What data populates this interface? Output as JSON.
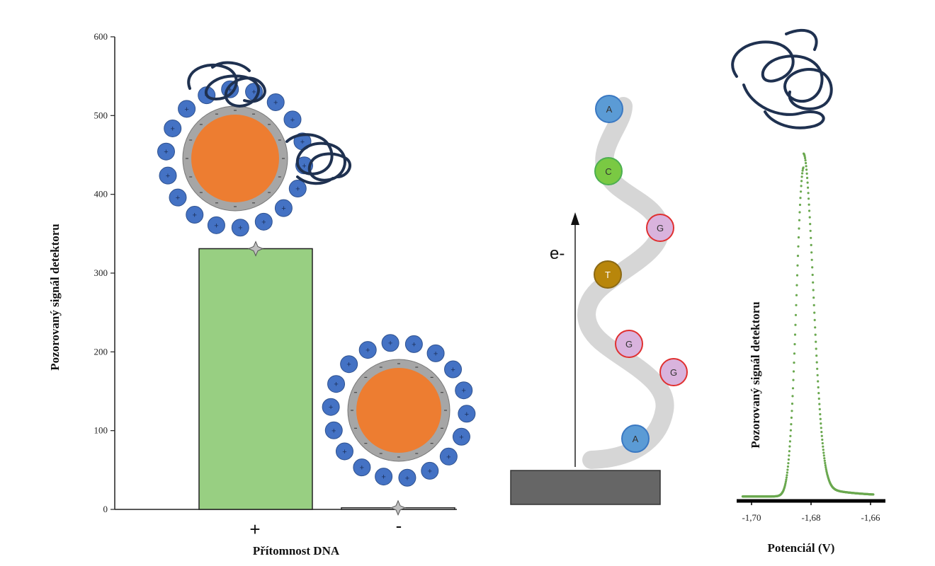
{
  "chart_data": [
    {
      "type": "bar",
      "ylabel": "Pozorovaný signál detektoru",
      "xlabel": "Přítomnost DNA",
      "categories": [
        "+",
        "-"
      ],
      "values": [
        331,
        2
      ],
      "ylim": [
        0,
        600
      ],
      "yticks": [
        0,
        100,
        200,
        300,
        400,
        500,
        600
      ],
      "bar_color": "#98cf82",
      "grid": false
    },
    {
      "type": "scatter",
      "ylabel": "Pozorovaný signál detektoru",
      "xlabel": "Potenciál (V)",
      "xticks": [
        "-1,70",
        "-1,68",
        "-1,66"
      ],
      "xlim": [
        -1.705,
        -1.655
      ],
      "ylim": [
        0,
        440
      ],
      "point_color": "#6aa84f",
      "peak_potential": -1.6825,
      "peak_value": 430,
      "grid": false
    }
  ],
  "diagram": {
    "electron_label": "e-",
    "bases": [
      "A",
      "C",
      "G",
      "T",
      "G",
      "G",
      "A"
    ],
    "base_colors": {
      "A": "#5b9bd5",
      "C": "#7ac943",
      "G": "#d9b3dd",
      "T": "#b8860b"
    }
  },
  "colors": {
    "particle_core": "#ed7d31",
    "particle_shell": "#a6a6a6",
    "charge_bead": "#4472c4",
    "dna_coil": "#1f3150",
    "electrode": "#666666"
  }
}
